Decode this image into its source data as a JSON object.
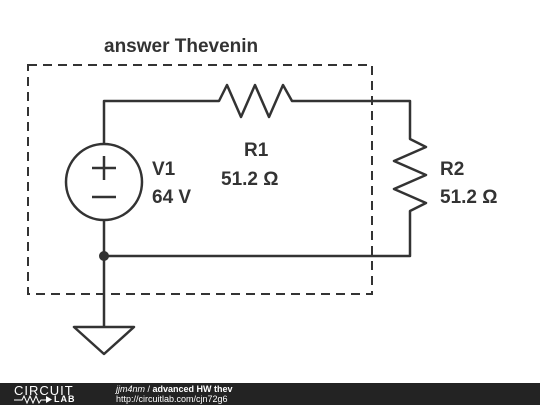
{
  "schematic": {
    "box_label": "answer Thevenin",
    "v1": {
      "name": "V1",
      "value": "64 V"
    },
    "r1": {
      "name": "R1",
      "value": "51.2 Ω"
    },
    "r2": {
      "name": "R2",
      "value": "51.2 Ω"
    },
    "wire_color": "#333333"
  },
  "footer": {
    "logo_top": "CIRCUIT",
    "logo_bottom": "LAB",
    "username": "jjm4nm",
    "separator": " / ",
    "circuit_title": "advanced HW thev",
    "url": "http://circuitlab.com/cjn72g6"
  }
}
